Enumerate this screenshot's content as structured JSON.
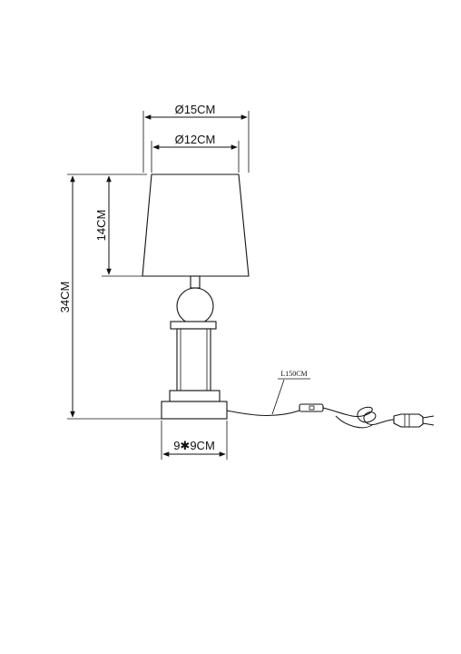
{
  "labels": {
    "shade_top_diameter": "Ø12CM",
    "shade_bottom_diameter": "Ø15CM",
    "shade_height": "14CM",
    "total_height": "34CM",
    "base_size": "9✱9CM",
    "cable_length": "L150CM"
  },
  "colors": {
    "line": "#111111",
    "background": "#ffffff"
  }
}
